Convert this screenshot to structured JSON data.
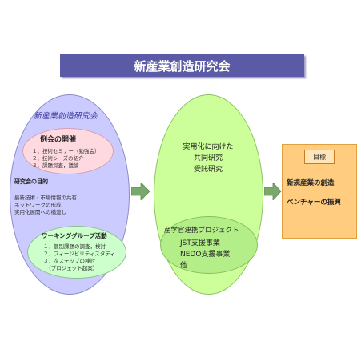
{
  "title": "新産業創造研究会",
  "left": {
    "heading": "新産業創造研究会",
    "meetings": {
      "title": "例会の開催",
      "items": [
        "１．技術セミナー（勉強会）",
        "２．技術シーズの紹介",
        "３．課題探査，議論"
      ]
    },
    "purpose": {
      "title": "研究会の目的",
      "lines": [
        "最新技術・市場情報の共有",
        "ネットワークの形成",
        "実用化展開への橋渡し"
      ]
    },
    "working_group": {
      "title": "ワーキンググループ活動",
      "items": [
        "１．個別課題の調査，検討",
        "２．フィージビリティスタディ",
        "３．次ステップの検討",
        "　（プロジェクト起案）"
      ]
    }
  },
  "middle": {
    "top_lines": [
      "実用化に向けた",
      "共同研究",
      "受託研究"
    ],
    "bottom_lines": [
      "産学官連携プロジェクト",
      "JST支援事業",
      "NEDO支援事業",
      "他"
    ]
  },
  "goal": {
    "tag": "目標",
    "items": [
      "新規産業の創造",
      "ベンチャーの振興"
    ]
  },
  "colors": {
    "banner": "#5a5aa6",
    "left_ellipse": "#cccbff",
    "middle_ellipse": "#ccff99",
    "goal_box": "#ffcc80",
    "arrow": "#7aa86a"
  }
}
